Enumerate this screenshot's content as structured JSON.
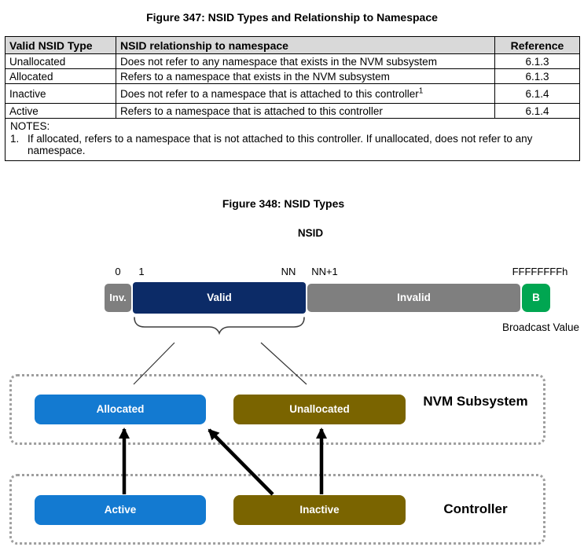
{
  "figure347": {
    "caption": "Figure 347: NSID Types and Relationship to Namespace",
    "table": {
      "headers": [
        "Valid NSID Type",
        "NSID relationship to namespace",
        "Reference"
      ],
      "rows": [
        {
          "type": "Unallocated",
          "desc": "Does not refer to any namespace that exists in the NVM subsystem",
          "sup": "",
          "ref": "6.1.3"
        },
        {
          "type": "Allocated",
          "desc": "Refers to a namespace that exists in the NVM subsystem",
          "sup": "",
          "ref": "6.1.3"
        },
        {
          "type": "Inactive",
          "desc": "Does not refer to a namespace that is attached to this controller",
          "sup": "1",
          "ref": "6.1.4"
        },
        {
          "type": "Active",
          "desc": "Refers to a namespace that is attached to this controller",
          "sup": "",
          "ref": "6.1.4"
        }
      ],
      "notes_label": "NOTES:",
      "notes": [
        {
          "num": "1.",
          "text": "If allocated, refers to a namespace that is not attached to this controller. If unallocated, does not refer to any namespace."
        }
      ]
    }
  },
  "figure348": {
    "caption": "Figure 348: NSID Types",
    "nsid_label": "NSID",
    "scale_labels": {
      "zero": "0",
      "one": "1",
      "nn": "NN",
      "nn_plus_1": "NN+1",
      "max": "FFFFFFFFh"
    },
    "bar": {
      "inv": "Inv.",
      "valid": "Valid",
      "invalid": "Invalid",
      "broadcast": "B"
    },
    "broadcast_label": "Broadcast Value",
    "nvm_subsystem": {
      "allocated": "Allocated",
      "unallocated": "Unallocated",
      "label": "NVM Subsystem"
    },
    "controller": {
      "active": "Active",
      "inactive": "Inactive",
      "label": "Controller"
    },
    "colors": {
      "valid_navy": "#0c2b67",
      "invalid_gray": "#7f7f7f",
      "broadcast_green": "#00a651",
      "allocated_active_blue": "#137ad1",
      "unallocated_inactive_olive": "#7a6400",
      "table_header_gray": "#d9d9d9",
      "dashed_border_gray": "#9e9e9e"
    }
  }
}
